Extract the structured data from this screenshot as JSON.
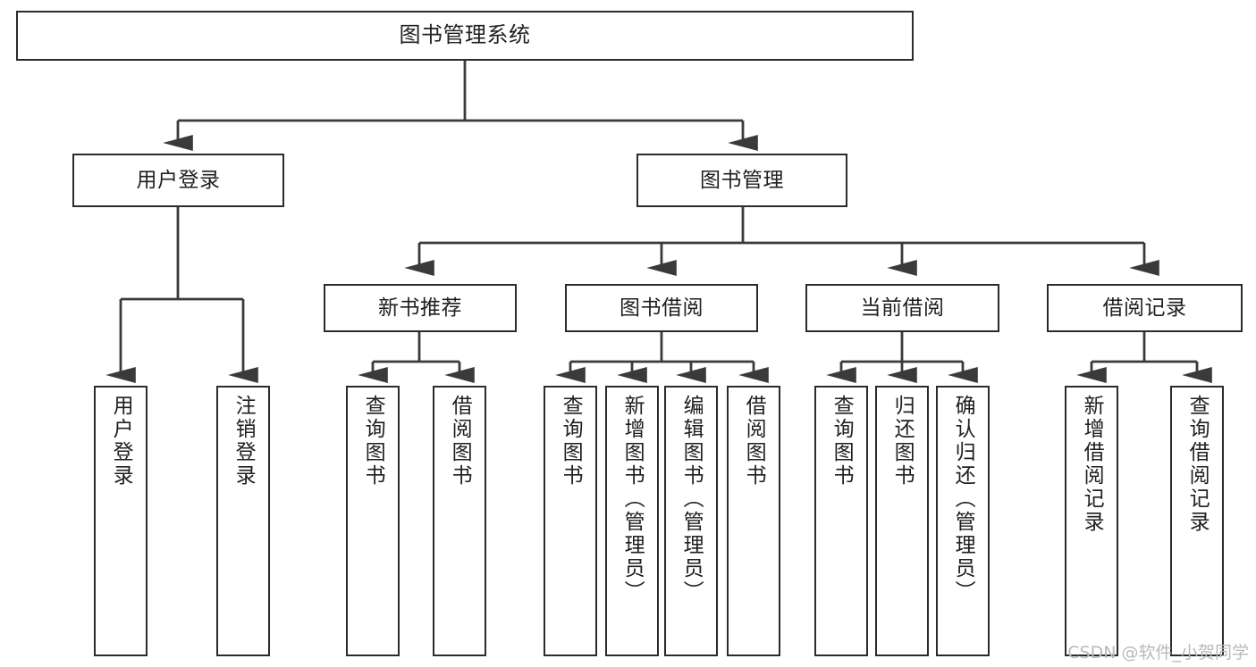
{
  "diagram": {
    "title": "图书管理系统",
    "type": "tree",
    "watermark": "CSDN @软件_小贺同学",
    "colors": {
      "background": "#ffffff",
      "box_border": "#2b2b2b",
      "box_fill": "#ffffff",
      "text": "#1f1f1f",
      "connector": "#3a3a3a",
      "watermark": "#b9b9b9"
    },
    "root": {
      "label": "图书管理系统"
    },
    "level1": [
      {
        "label": "用户登录"
      },
      {
        "label": "图书管理"
      }
    ],
    "level2": [
      {
        "label": "新书推荐"
      },
      {
        "label": "图书借阅"
      },
      {
        "label": "当前借阅"
      },
      {
        "label": "借阅记录"
      }
    ],
    "leaves": {
      "user_login": [
        {
          "label": "用户登录"
        },
        {
          "label": "注销登录"
        }
      ],
      "new_book_recommend": [
        {
          "label": "查询图书"
        },
        {
          "label": "借阅图书"
        }
      ],
      "book_borrow": [
        {
          "label": "查询图书"
        },
        {
          "label": "新增图书（管理员）"
        },
        {
          "label": "编辑图书（管理员）"
        },
        {
          "label": "借阅图书"
        }
      ],
      "current_borrow": [
        {
          "label": "查询图书"
        },
        {
          "label": "归还图书"
        },
        {
          "label": "确认归还（管理员）"
        }
      ],
      "borrow_record": [
        {
          "label": "新增借阅记录"
        },
        {
          "label": "查询借阅记录"
        }
      ]
    }
  }
}
